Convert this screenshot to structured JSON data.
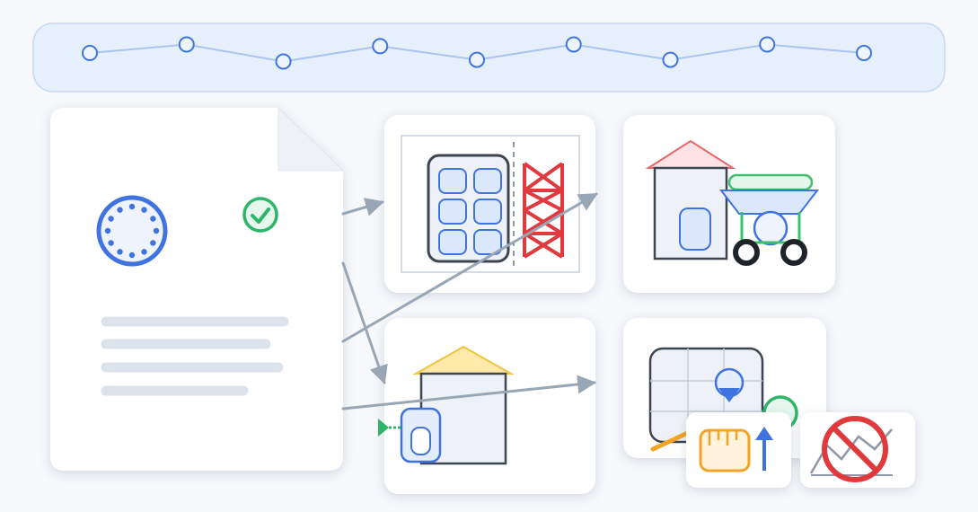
{
  "palette": {
    "background": "#f6f8fb",
    "timeline_fill": "#e6effc",
    "timeline_stroke": "#c9d9f3",
    "node_blue": "#3f73e0",
    "outline_dark": "#3d4550",
    "arrow": "#98a6b6",
    "text_line": "#dde3ec",
    "check_green": "#2fb56a",
    "red": "#e0393e",
    "orange": "#f4a324",
    "roof_red_fill": "#fde3e3",
    "roof_yellow_fill": "#fde9a8",
    "tile_fill": "#dbe8fb",
    "green_bar": "#3fbf6d"
  },
  "timeline": {
    "node_count": 9,
    "levels": [
      0.5,
      0.25,
      0.75,
      0.3,
      0.7,
      0.25,
      0.7,
      0.25,
      0.5
    ]
  },
  "icons": {
    "document": "document-icon",
    "badge": "dotted-circle-badge-icon",
    "verified": "check-circle-icon",
    "battery_rack": "battery-cells-with-truss-icon",
    "house_roof_red": "house-with-red-roof-icon",
    "vehicle": "cart-vehicle-icon",
    "house_roof_yellow": "house-with-yellow-roof-icon",
    "map": "map-pin-icon",
    "ruler": "ruler-up-arrow-icon",
    "no_chart": "prohibited-chart-icon"
  }
}
